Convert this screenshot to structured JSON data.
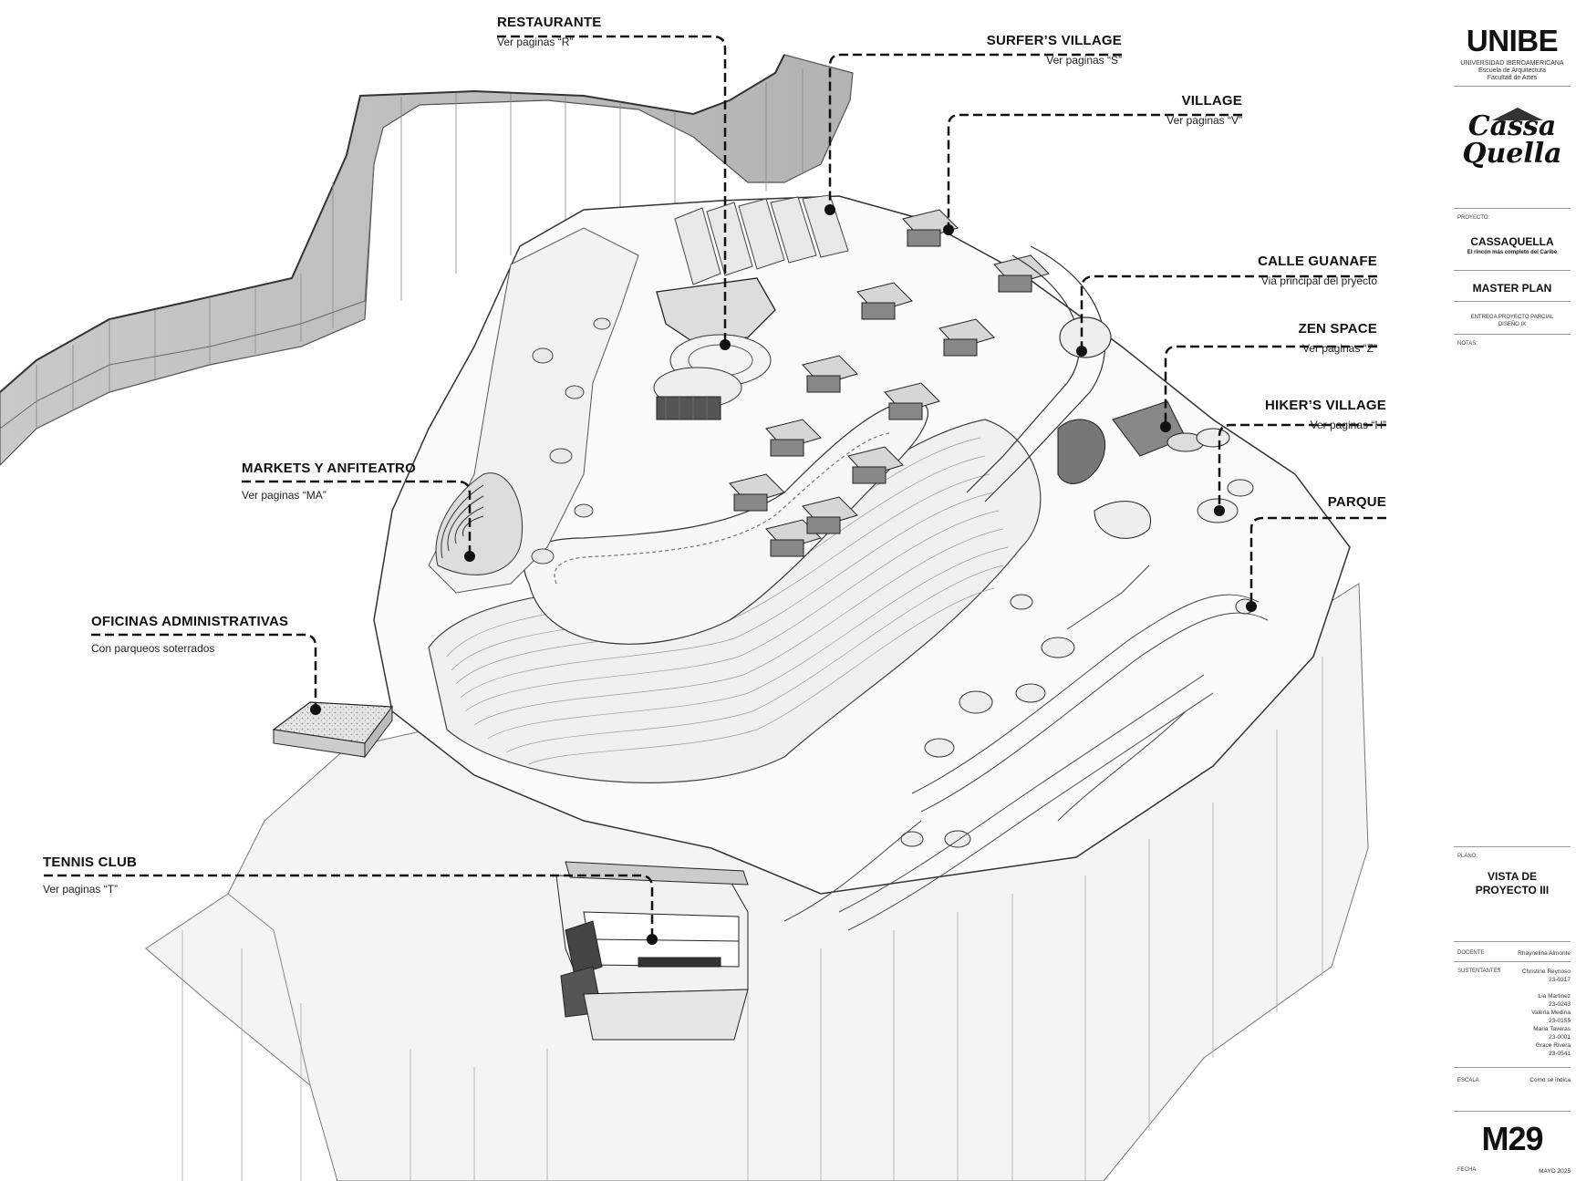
{
  "labels": [
    {
      "key": "restaurante",
      "title": "RESTAURANTE",
      "sub": "Ver paginas “R”"
    },
    {
      "key": "surfers",
      "title": "SURFER’S VILLAGE",
      "sub": "Ver paginas “S”"
    },
    {
      "key": "village",
      "title": "VILLAGE",
      "sub": "Ver paginas “V”"
    },
    {
      "key": "calle",
      "title": "CALLE GUANAFE",
      "sub": "Via principal del pryecto"
    },
    {
      "key": "zen",
      "title": "ZEN SPACE",
      "sub": "Ver paginas “Z”"
    },
    {
      "key": "hiker",
      "title": "HIKER’S VILLAGE",
      "sub": "Ver paginas “H”"
    },
    {
      "key": "parque",
      "title": "PARQUE",
      "sub": ""
    },
    {
      "key": "markets",
      "title": "MARKETS Y ANFITEATRO",
      "sub": "Ver paginas “MA”"
    },
    {
      "key": "oficinas",
      "title": "OFICINAS ADMINISTRATIVAS",
      "sub": "Con parqueos soterrados"
    },
    {
      "key": "tennis",
      "title": "TENNIS CLUB",
      "sub": "Ver paginas “T”"
    }
  ],
  "title_block": {
    "university": "UNIBE",
    "university_lines": [
      "UNIVERSIDAD IBEROAMERICANA",
      "Escuela de Arquitectura",
      "Facultad de Artes"
    ],
    "logo_text": [
      "Cassa",
      "Quella"
    ],
    "proyecto_label": "PROYECTO:",
    "project_name": "CASSAQUELLA",
    "project_tagline": "El rincón más completo del Caribe",
    "sheet_type": "MASTER PLAN",
    "delivery_lines": [
      "ENTREGA PROYECTO PARCIAL",
      "DISEÑO IX"
    ],
    "notas_label": "NOTAS:",
    "plano_label": "PLANO:",
    "plano_title": [
      "VISTA DE",
      "PROYECTO III"
    ],
    "docente_label": "DOCENTE",
    "docente": "Rhaynelina Almonte",
    "sustentantes_label": "SUSTENTANTES",
    "sustentantes": [
      "Christine Reynoso",
      "23-0317",
      "",
      "Lia Martinez",
      "23-0243",
      "Valeria Medina",
      "23-0155",
      "Maria Taveras",
      "23-0001",
      "Grace Rivera",
      "23-0541"
    ],
    "escala_label": "ESCALA",
    "escala": "Como se indica",
    "sheet_number": "M29",
    "fecha_label": "FECHA",
    "fecha": "MAYO 2025"
  }
}
